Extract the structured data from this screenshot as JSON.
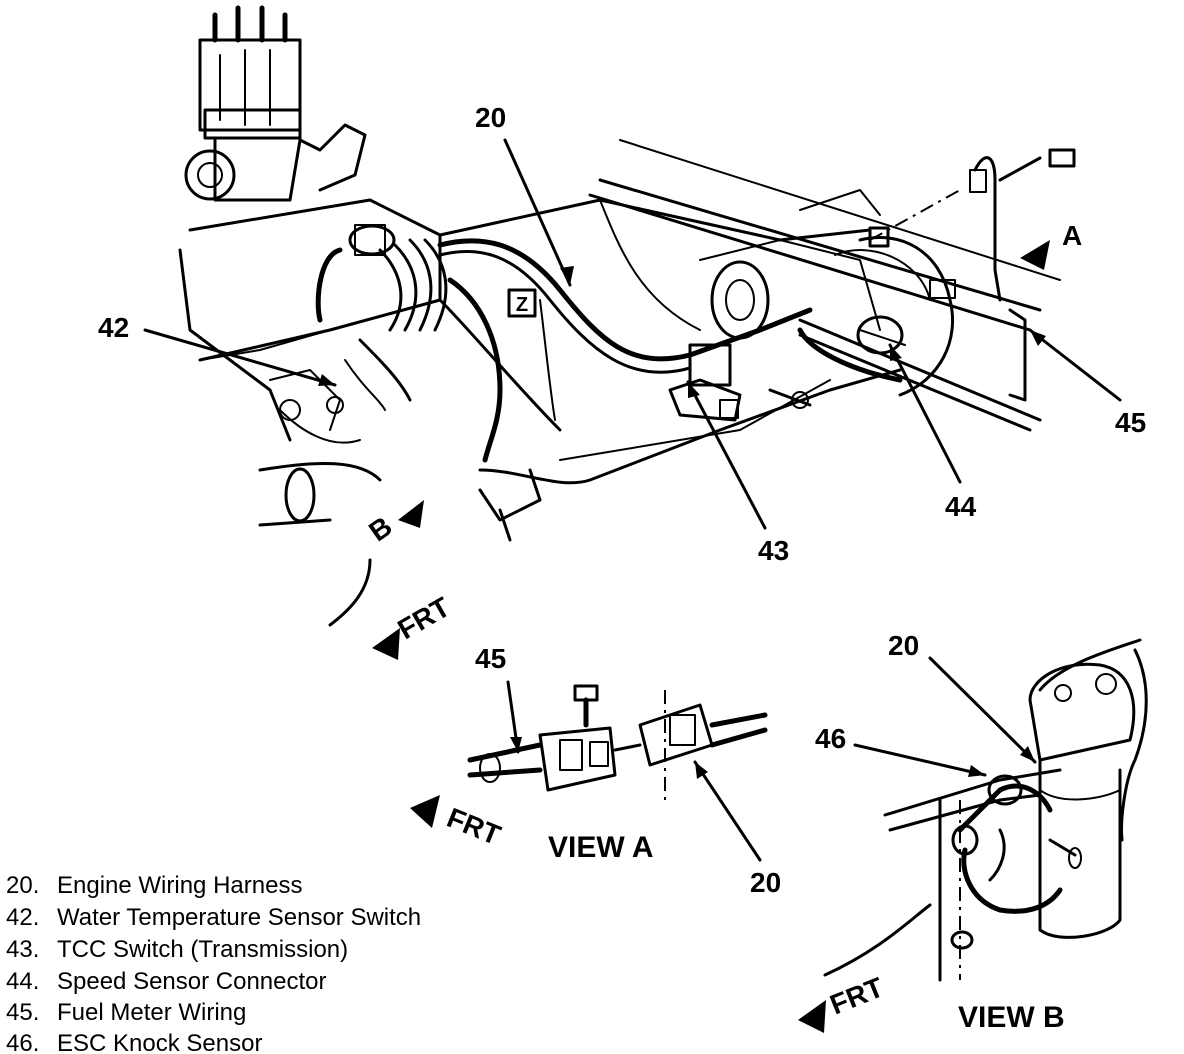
{
  "callouts": {
    "c20_main": "20",
    "c42": "42",
    "c43": "43",
    "c44": "44",
    "c45_main": "45",
    "c45_view": "45",
    "c20_viewA": "20",
    "c20_viewB": "20",
    "c46": "46"
  },
  "markers": {
    "view_a_ref": "A",
    "view_b_ref": "B",
    "z_box": "Z"
  },
  "direction": {
    "frt_main": "FRT",
    "frt_view_a": "FRT",
    "frt_view_b": "FRT"
  },
  "views": {
    "view_a_title": "VIEW A",
    "view_b_title": "VIEW B"
  },
  "legend": [
    {
      "num": "20.",
      "text": "Engine Wiring Harness"
    },
    {
      "num": "42.",
      "text": "Water Temperature Sensor Switch"
    },
    {
      "num": "43.",
      "text": "TCC Switch (Transmission)"
    },
    {
      "num": "44.",
      "text": "Speed Sensor Connector"
    },
    {
      "num": "45.",
      "text": "Fuel Meter Wiring"
    },
    {
      "num": "46.",
      "text": "ESC Knock Sensor"
    }
  ]
}
